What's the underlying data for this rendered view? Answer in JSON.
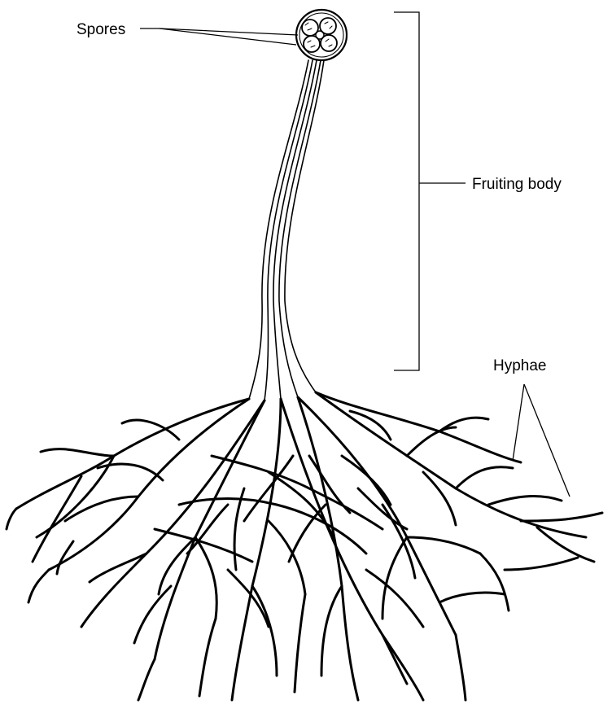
{
  "labels": {
    "spores": "Spores",
    "fruiting_body": "Fruiting body",
    "hyphae": "Hyphae"
  },
  "colors": {
    "ink": "#000000",
    "background": "#ffffff"
  }
}
